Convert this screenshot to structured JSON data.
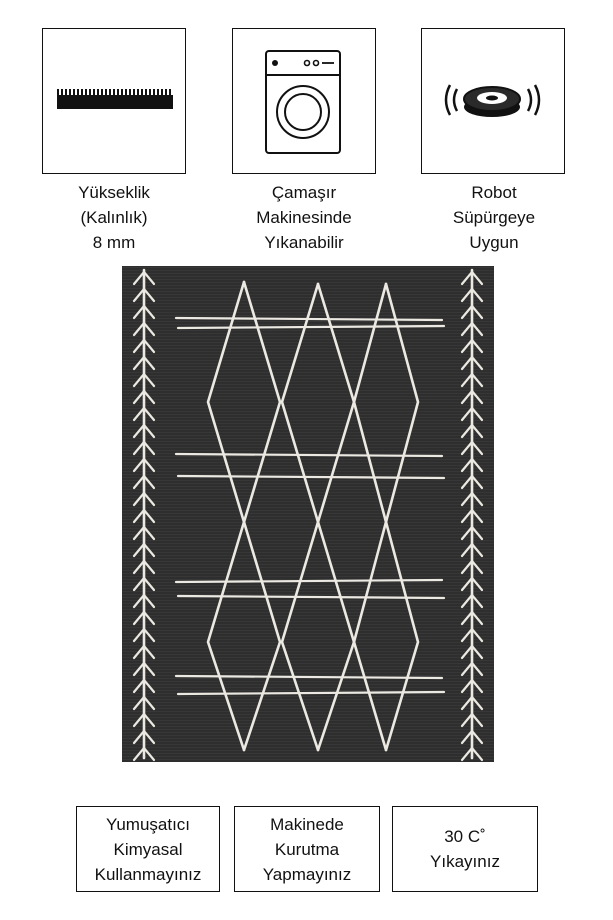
{
  "features": [
    {
      "icon": "pile-height-icon",
      "lines": [
        "Yükseklik",
        "(Kalınlık)",
        "8 mm"
      ]
    },
    {
      "icon": "washing-machine-icon",
      "lines": [
        "Çamaşır",
        "Makinesinde",
        "Yıkanabilir"
      ]
    },
    {
      "icon": "robot-vacuum-icon",
      "lines": [
        "Robot",
        "Süpürgeye",
        "Uygun"
      ]
    }
  ],
  "care": [
    {
      "lines": [
        "Yumuşatıcı",
        "Kimyasal",
        "Kullanmayınız"
      ]
    },
    {
      "lines": [
        "Makinede",
        "Kurutma",
        "Yapmayınız"
      ]
    },
    {
      "lines": [
        "30 C˚",
        "Yıkayınız"
      ]
    }
  ],
  "colors": {
    "rug_background": "#2e2e2e",
    "rug_pattern": "#ece9e2",
    "border": "#111111"
  }
}
